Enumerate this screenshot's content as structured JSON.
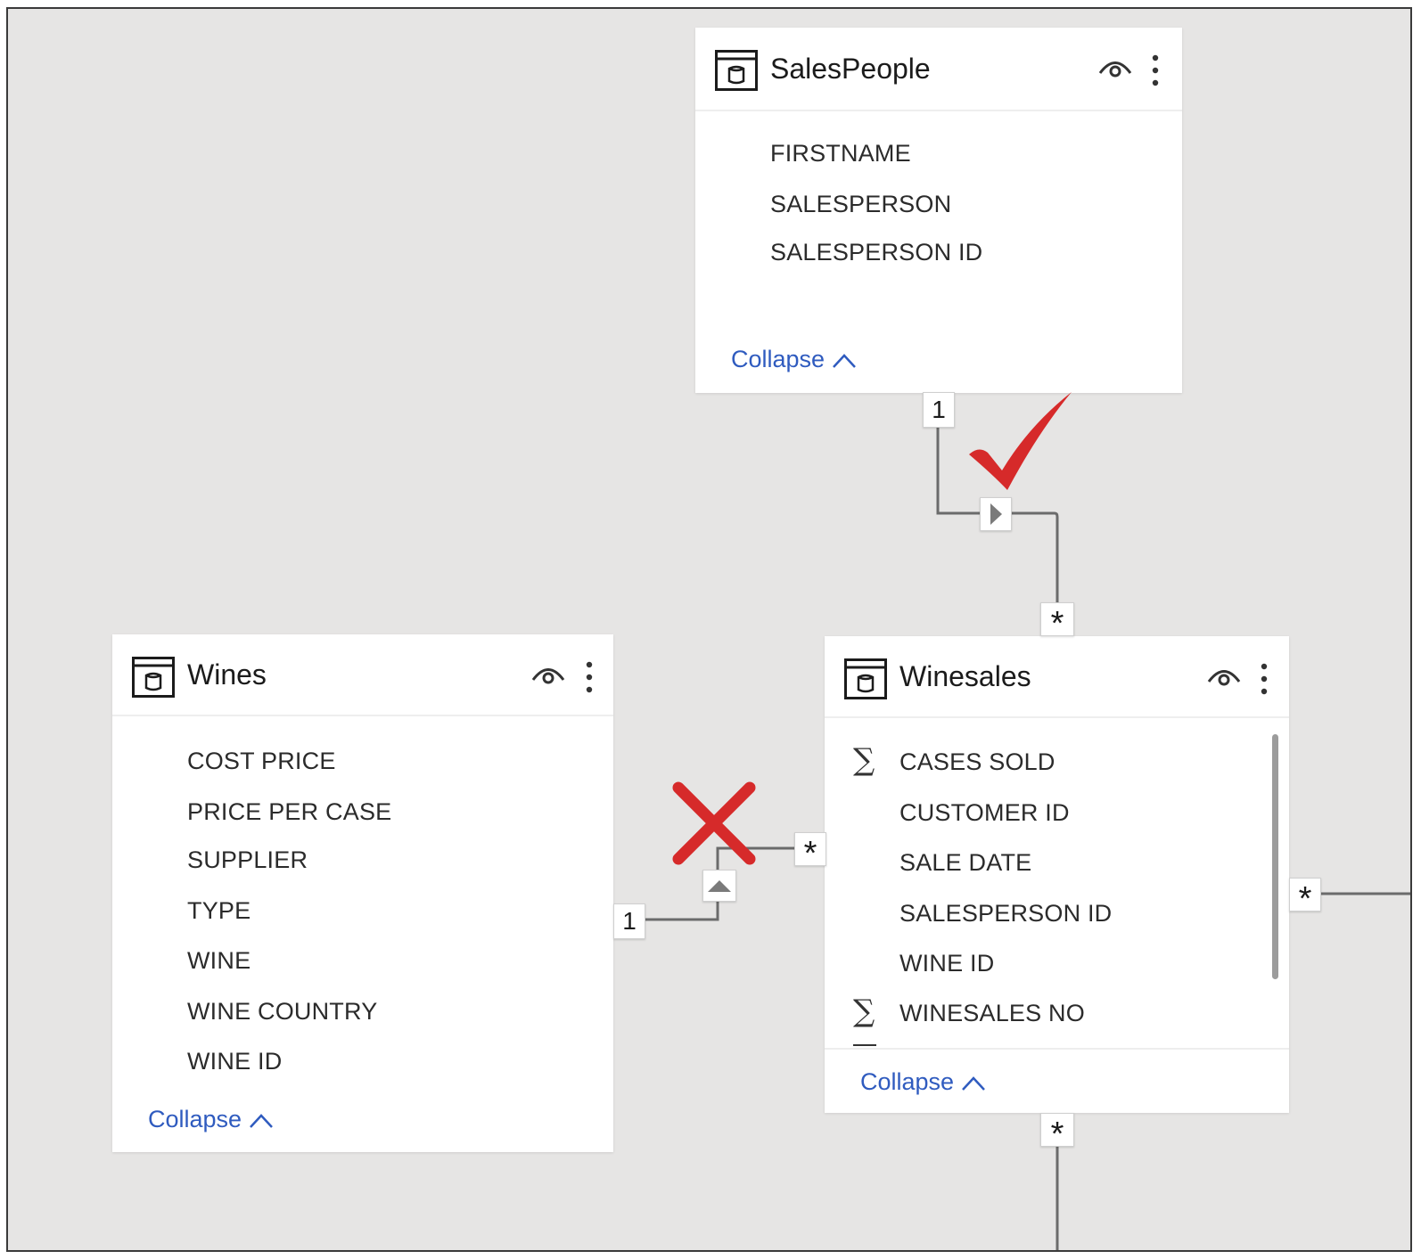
{
  "tables": {
    "salespeople": {
      "title": "SalesPeople",
      "fields": [
        "FIRSTNAME",
        "SALESPERSON",
        "SALESPERSON ID"
      ],
      "collapse_label": "Collapse"
    },
    "wines": {
      "title": "Wines",
      "fields": [
        "COST PRICE",
        "PRICE PER CASE",
        "SUPPLIER",
        "TYPE",
        "WINE",
        "WINE COUNTRY",
        "WINE ID"
      ],
      "collapse_label": "Collapse"
    },
    "winesales": {
      "title": "Winesales",
      "fields": [
        "CASES SOLD",
        "CUSTOMER ID",
        "SALE DATE",
        "SALESPERSON ID",
        "WINE ID",
        "WINESALES NO"
      ],
      "sum_fields": [
        "CASES SOLD",
        "WINESALES NO"
      ],
      "collapse_label": "Collapse"
    }
  },
  "relationships": {
    "salespeople_winesales": {
      "one_label": "1",
      "many_label": "*",
      "status": "correct"
    },
    "wines_winesales": {
      "one_label": "1",
      "many_label": "*",
      "status": "incorrect"
    },
    "winesales_right": {
      "many_label": "*"
    },
    "winesales_bottom": {
      "many_label": "*"
    }
  },
  "colors": {
    "canvas": "#e6e5e4",
    "link": "#2f5bbf",
    "check": "#d62a2a",
    "cross": "#d62a2a",
    "wire": "#6b6b6b"
  },
  "icons": {
    "table": "table-icon",
    "visibility": "eye-icon",
    "more": "more-options-icon",
    "collapse": "chevron-up-icon",
    "sum": "sigma-icon",
    "cross_filter": "triangle-arrow-icon",
    "valid": "checkmark-icon",
    "invalid": "x-mark-icon"
  }
}
